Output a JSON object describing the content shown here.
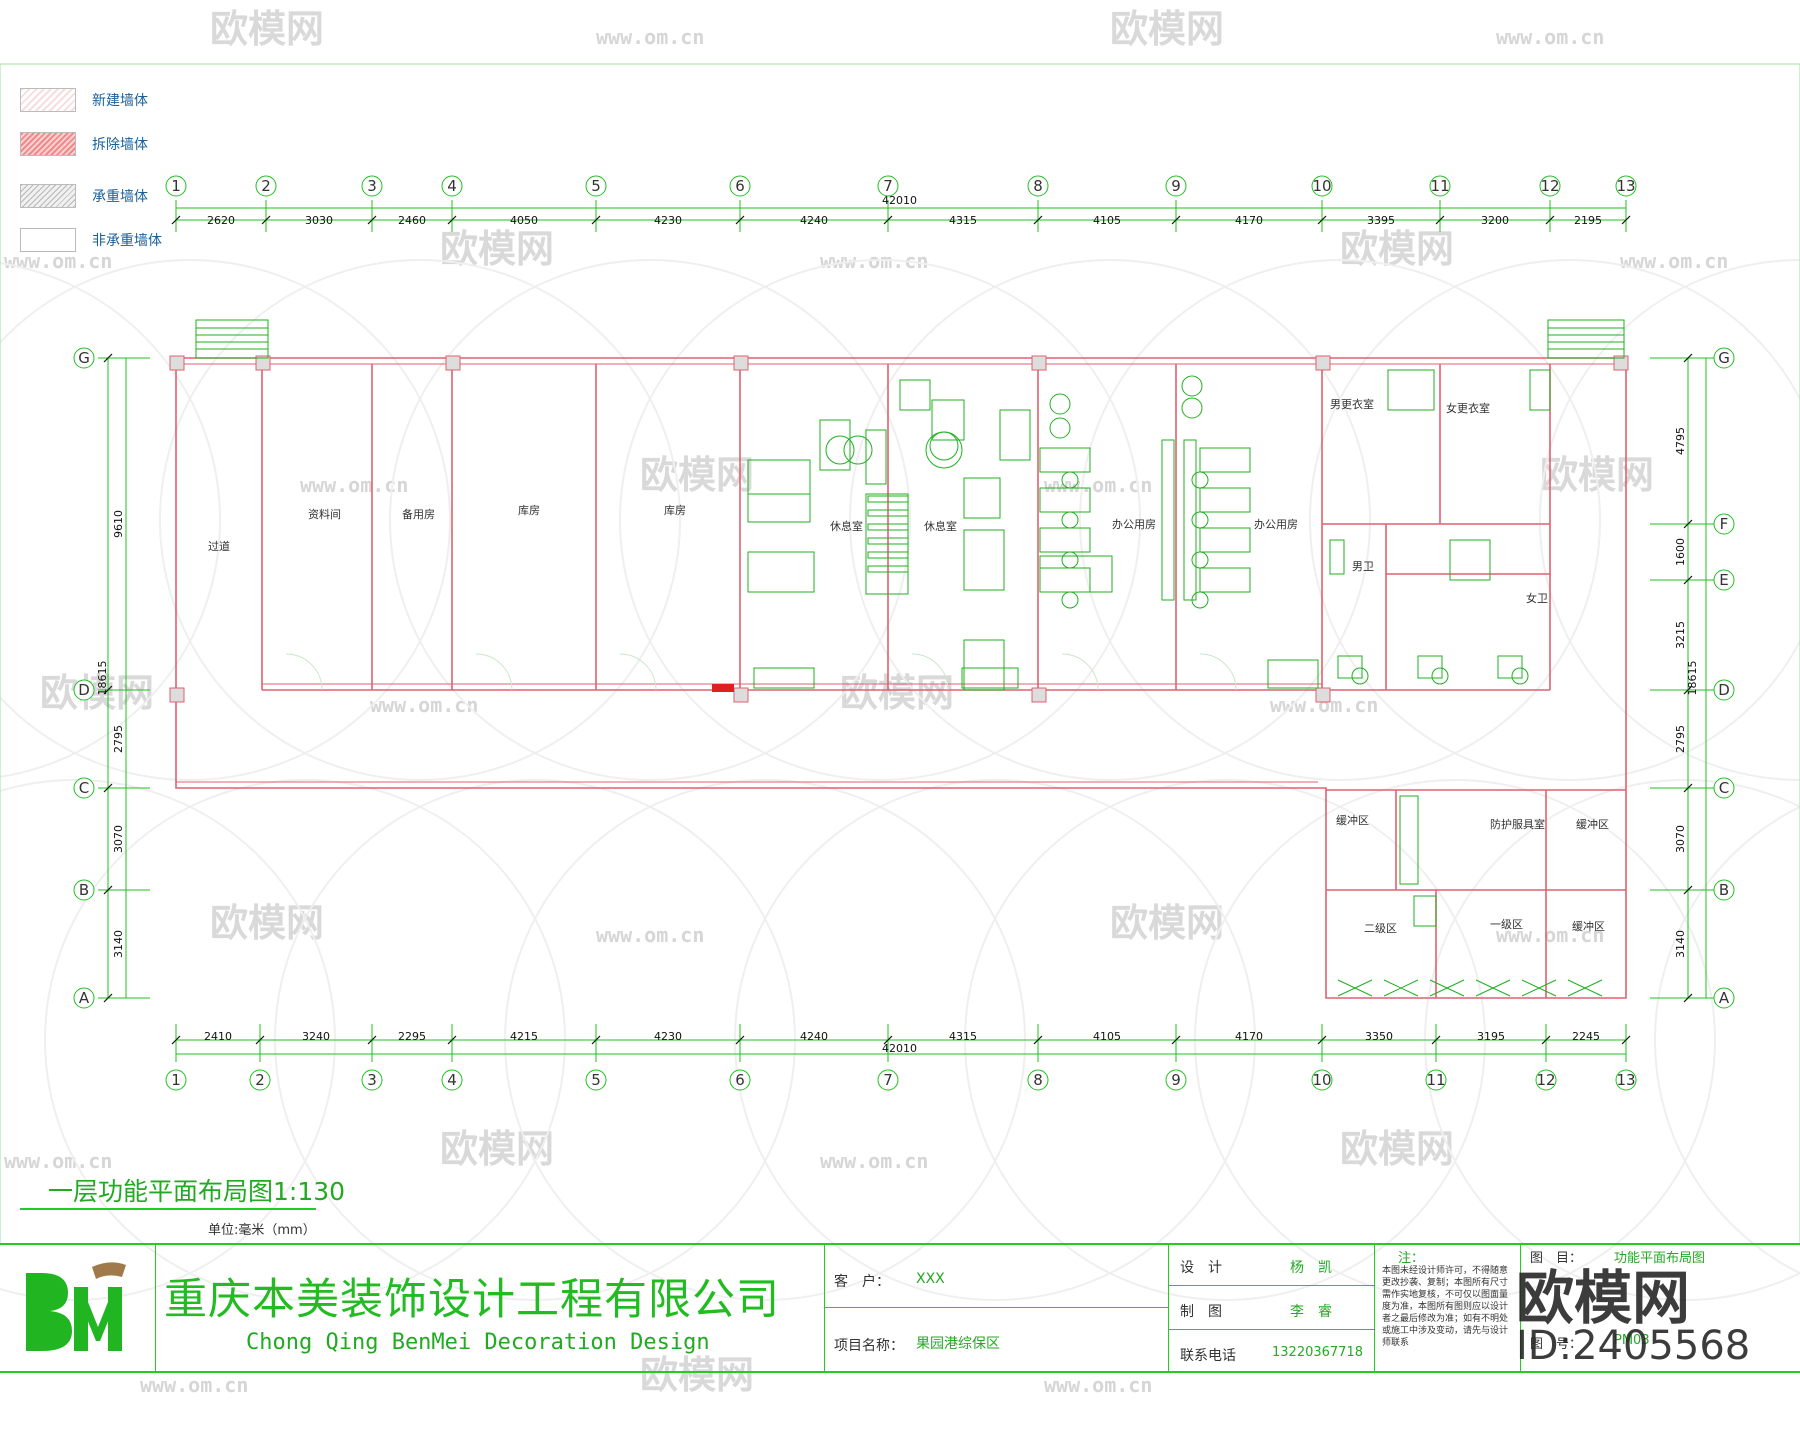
{
  "legend": [
    {
      "label": "新建墙体",
      "swatch": "#f4d8d8"
    },
    {
      "label": "拆除墙体",
      "swatch": "#f2a0a0"
    },
    {
      "label": "承重墙体",
      "swatch": "#d8d8d8"
    },
    {
      "label": "非承重墙体",
      "swatch": "#ffffff"
    }
  ],
  "axes": {
    "top_numbers": [
      "1",
      "2",
      "3",
      "4",
      "5",
      "6",
      "7",
      "8",
      "9",
      "10",
      "11",
      "12",
      "13"
    ],
    "bottom_numbers": [
      "1",
      "2",
      "3",
      "4",
      "5",
      "6",
      "7",
      "8",
      "9",
      "10",
      "11",
      "12",
      "13"
    ],
    "left_letters": [
      "G",
      "D",
      "C",
      "B",
      "A"
    ],
    "right_letters": [
      "G",
      "F",
      "E",
      "D",
      "C",
      "B",
      "A"
    ]
  },
  "dimensions": {
    "top_total": "42010",
    "top_segments": [
      "2620",
      "3030",
      "2460",
      "4050",
      "4230",
      "4240",
      "4315",
      "4105",
      "4170",
      "3395",
      "3200",
      "2195"
    ],
    "bottom_total": "42010",
    "bottom_segments": [
      "2410",
      "3240",
      "2295",
      "4215",
      "4230",
      "4240",
      "4315",
      "4105",
      "4170",
      "3350",
      "3195",
      "2245"
    ],
    "left_segments": [
      "9610",
      "2795",
      "3070",
      "3140"
    ],
    "left_total": "18615",
    "right_segments": [
      "4795",
      "1600",
      "3215",
      "2795",
      "3070",
      "3140"
    ],
    "right_total": "18615"
  },
  "rooms": [
    "过道",
    "资料间",
    "备用房",
    "库房",
    "库房",
    "休息室",
    "休息室",
    "办公用房",
    "办公用房",
    "男更衣室",
    "女更衣室",
    "男卫",
    "女卫",
    "缓冲区",
    "防护服具室",
    "缓冲区",
    "二级区",
    "一级区",
    "缓冲区"
  ],
  "drawing": {
    "title": "一层功能平面布局图",
    "scale": "1:130",
    "unit": "单位:毫米（mm）"
  },
  "title_block": {
    "company_cn": "重庆本美装饰设计工程有限公司",
    "company_en": "Chong Qing BenMei Decoration Design",
    "client_label": "客　户：",
    "client_value": "XXX",
    "project_label": "项目名称：",
    "project_value": "果园港综保区",
    "design_label": "设　计",
    "design_value": "杨　凯",
    "draw_label": "制　图",
    "draw_value": "李　睿",
    "phone_label": "联系电话",
    "phone_value": "13220367718",
    "note_label": "注：",
    "note_text": "本图未经设计师许可，不得随意更改抄袭、复制；本图所有尺寸需作实地复核，不可仅以图面量度为准，本图所有图则应以设计者之最后修改为准；如有不明处或施工中涉及变动，请先与设计师联系",
    "drawing_label": "图　目：",
    "drawing_value": "功能平面布局图",
    "number_label": "图　号：",
    "number_value": "PM03"
  },
  "watermark": {
    "brand": "欧模网",
    "url": "www.om.cn",
    "id": "ID:2405568"
  },
  "colors": {
    "wall": "#e06070",
    "furniture": "#20b020",
    "grid": "#20c020",
    "text_blue": "#1a5f9a",
    "company_green": "#22bb22"
  }
}
